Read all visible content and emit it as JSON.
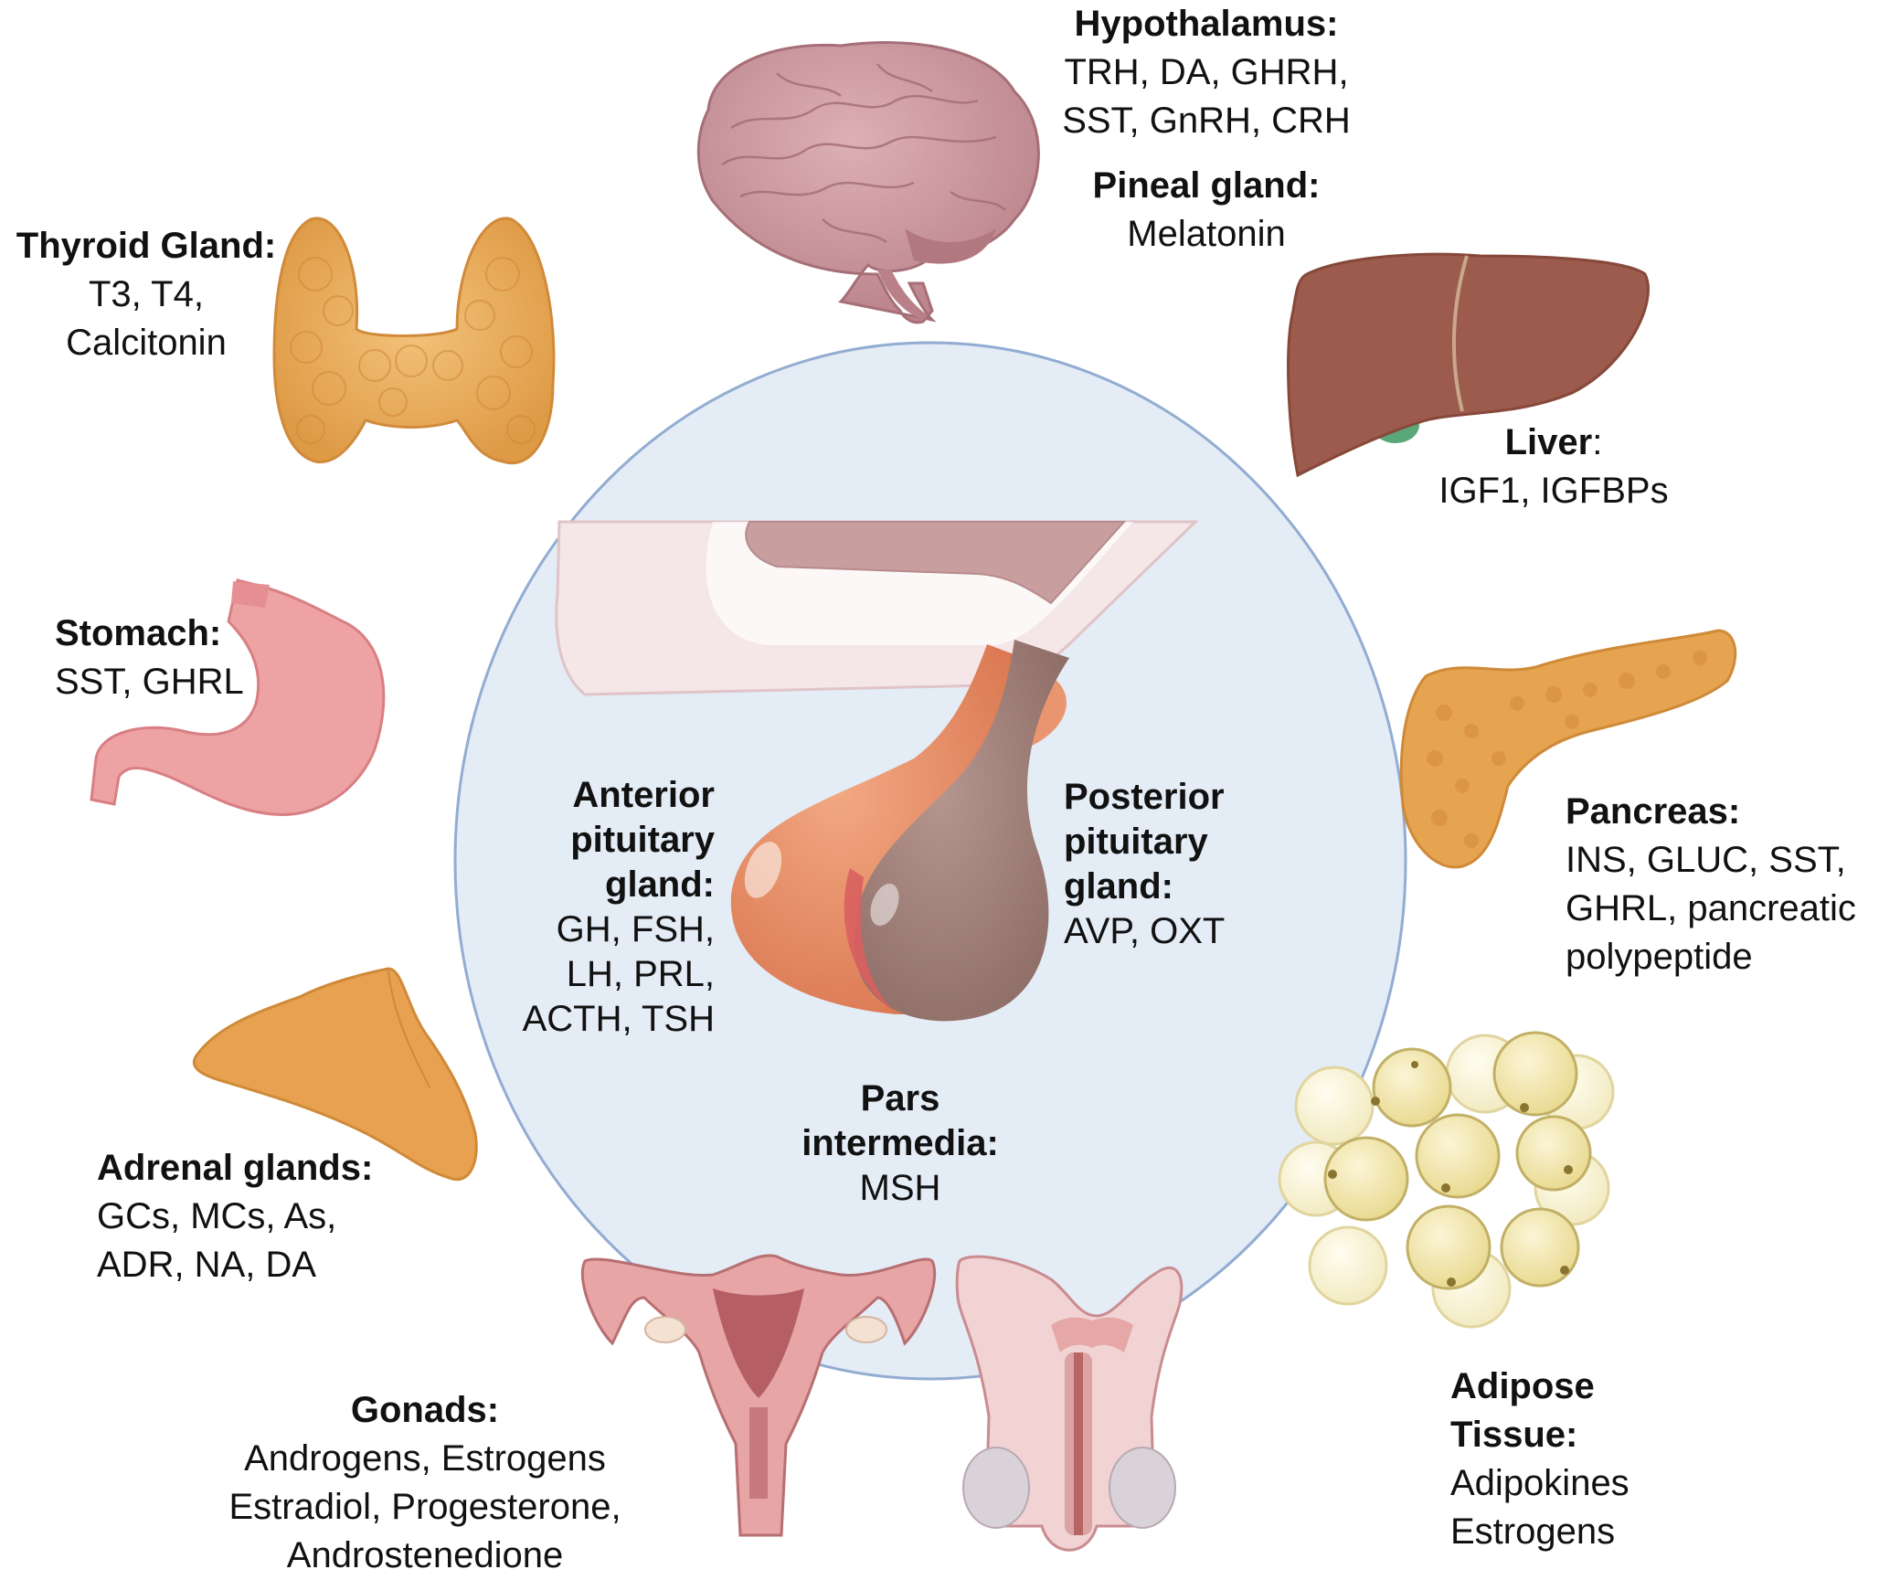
{
  "hypothalamus": {
    "title": "Hypothalamus:",
    "lines": [
      "TRH, DA, GHRH,",
      "SST, GnRH, CRH"
    ]
  },
  "pineal": {
    "title": "Pineal gland:",
    "lines": [
      "Melatonin"
    ]
  },
  "thyroid": {
    "title": "Thyroid Gland:",
    "lines": [
      "T3, T4,",
      "Calcitonin"
    ]
  },
  "liver": {
    "title": "Liver",
    "title_suffix": ":",
    "lines": [
      "IGF1, IGFBPs"
    ]
  },
  "stomach": {
    "title": "Stomach:",
    "lines": [
      "SST, GHRL"
    ]
  },
  "pancreas": {
    "title": "Pancreas:",
    "lines": [
      "INS, GLUC, SST,",
      "GHRL, pancreatic",
      "polypeptide"
    ]
  },
  "anterior": {
    "title_lines": [
      "Anterior",
      "pituitary",
      "gland:"
    ],
    "lines": [
      "GH, FSH,",
      "LH, PRL,",
      "ACTH, TSH"
    ]
  },
  "posterior": {
    "title_lines": [
      "Posterior",
      "pituitary",
      "gland:"
    ],
    "lines": [
      "AVP, OXT"
    ]
  },
  "pars": {
    "title_lines": [
      "Pars",
      "intermedia:"
    ],
    "lines": [
      "MSH"
    ]
  },
  "adrenal": {
    "title": "Adrenal glands:",
    "lines": [
      "GCs, MCs, As,",
      "ADR, NA, DA"
    ]
  },
  "gonads": {
    "title": "Gonads:",
    "lines": [
      "Androgens, Estrogens",
      "Estradiol, Progesterone,",
      "Androstenedione"
    ]
  },
  "adipose": {
    "title_lines": [
      "Adipose",
      "Tissue:"
    ],
    "lines": [
      "Adipokines",
      "Estrogens"
    ]
  },
  "colors": {
    "circle_fill": "#e3ecf6",
    "circle_stroke": "#8fa9d0",
    "brain": "#c9959d",
    "thyroid": "#e9a955",
    "liver": "#9b5a4c",
    "stomach": "#eda0a2",
    "pancreas": "#e5a24f",
    "adrenal": "#e8a150",
    "anterior_lobe": "#e3875f",
    "posterior_lobe": "#a8857e",
    "adipocyte": "#f2e6a8"
  }
}
